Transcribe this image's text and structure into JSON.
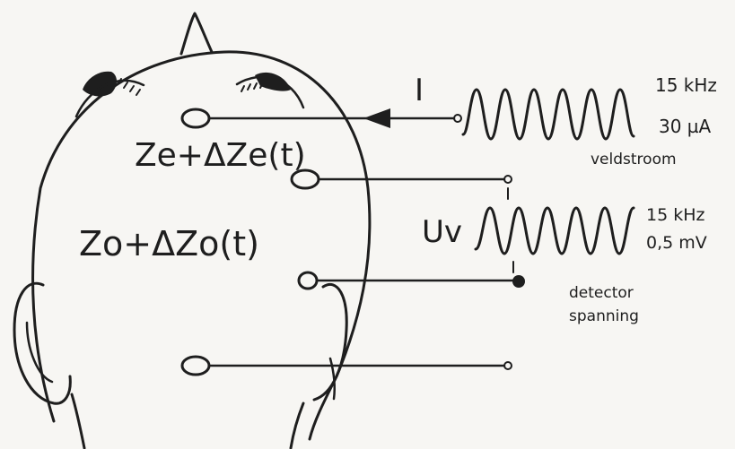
{
  "labels": {
    "impedance_electrode": "Ze+ΔZe(t)",
    "impedance_body": "Zo+ΔZo(t)",
    "current_symbol": "I",
    "voltage_symbol": "Uv",
    "current_frequency": "15 kHz",
    "current_amplitude": "30 µA",
    "current_name": "veldstroom",
    "voltage_frequency": "15 kHz",
    "voltage_amplitude": "0,5 mV",
    "detector_line1": "detector",
    "detector_line2": "spanning"
  }
}
